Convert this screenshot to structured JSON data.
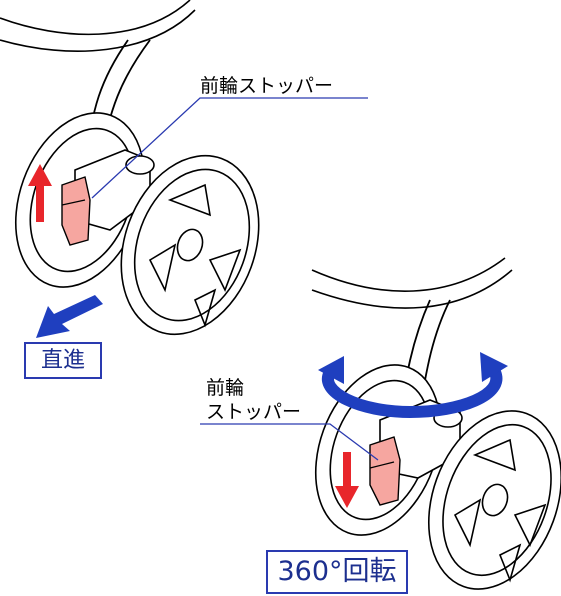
{
  "labels": {
    "top_stopper": "前輪ストッパー",
    "bottom_stopper_line1": "前輪",
    "bottom_stopper_line2": "ストッパー",
    "straight": "直進",
    "rotate": "360°回転"
  },
  "colors": {
    "arrow_red": "#e8262b",
    "arrow_blue": "#1f3fbf",
    "leader_blue": "#2a3ab0",
    "stopper_pink": "#f6a6a0",
    "line": "#000000"
  },
  "icons": [
    "up-arrow-icon",
    "down-arrow-icon",
    "direction-arrow-icon",
    "rotation-arrow-icon"
  ]
}
